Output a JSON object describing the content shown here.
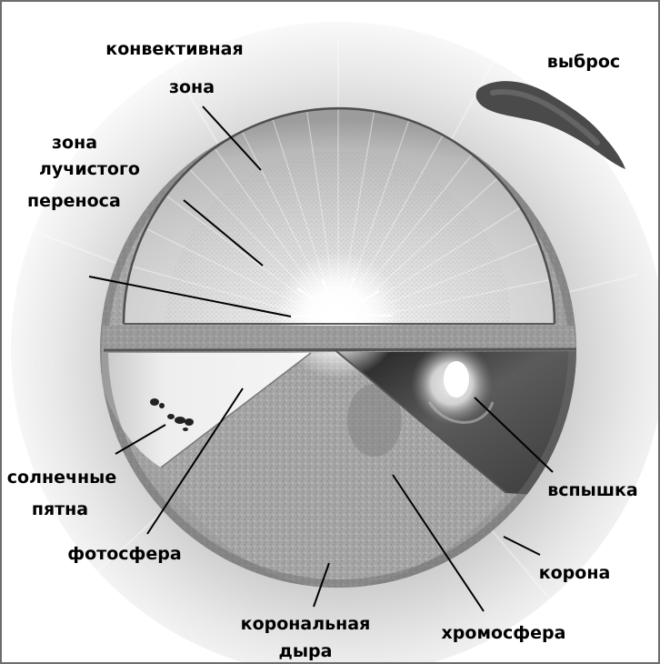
{
  "labels": {
    "convective_line1": "конвективная",
    "convective_line2": "зона",
    "radiative_line1": "зона",
    "radiative_line2": "лучистого",
    "radiative_line3": "переноса",
    "ejection": "выброс",
    "sunspots_line1": "солнечные",
    "sunspots_line2": "пятна",
    "photosphere": "фотосфера",
    "flare": "вспышка",
    "corona": "корона",
    "coronal_hole_line1": "корональная",
    "coronal_hole_line2": "дыра",
    "chromosphere": "хромосфера"
  }
}
